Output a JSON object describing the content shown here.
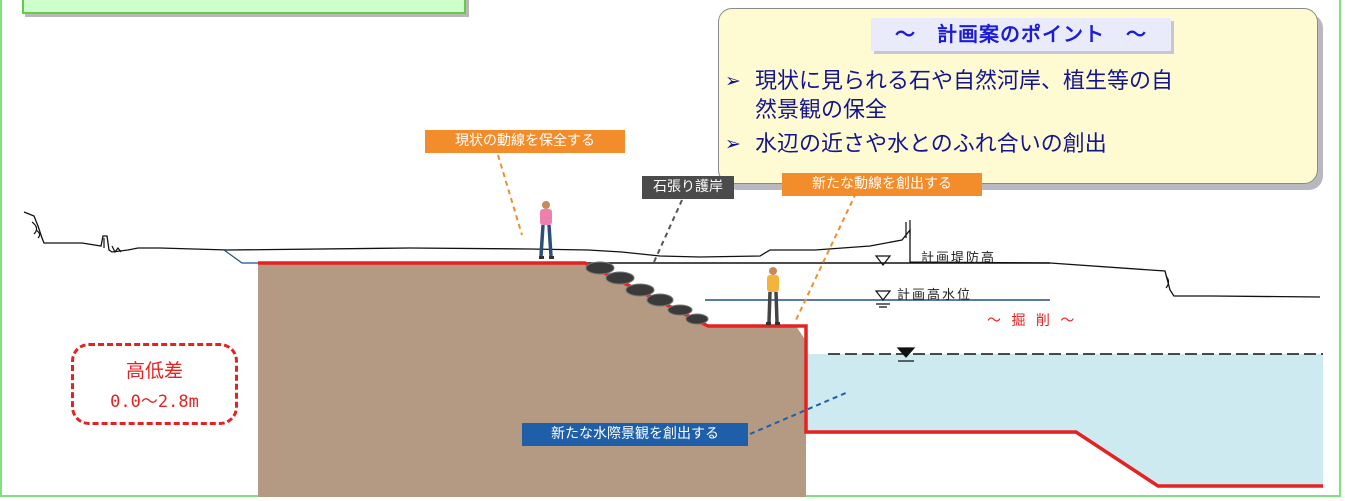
{
  "points_box": {
    "title": "～　計画案のポイント　～",
    "items": [
      {
        "bullet": "➢",
        "text_lines": [
          "現状に見られる石や自然河岸、植生等の自",
          "然景観の保全"
        ]
      },
      {
        "bullet": "➢",
        "text_lines": [
          "水辺の近さや水とのふれ合いの創出"
        ]
      }
    ]
  },
  "callouts": {
    "preserve_path": "現状の動線を保全する",
    "stone_revetment": "石張り護岸",
    "new_path": "新たな動線を創出する",
    "waterside": "新たな水際景観を創出する"
  },
  "levels": {
    "levee_height": "計画堤防高",
    "high_water": "計画高水位"
  },
  "excavation_label": "～ 掘 削 ～",
  "height_difference": {
    "title": "高低差",
    "value": "0.0～2.8m"
  },
  "colors": {
    "ground": "#b49a82",
    "water": "#cdeaf0",
    "plan_line": "#e52222",
    "levee_line": "#111111",
    "high_water_line": "#1f4f8f",
    "tag_orange": "#f38d2c",
    "tag_gray": "#4b4b4b",
    "tag_blue": "#1f5ea8",
    "points_background": "#fefbd2",
    "points_title_text": "#1c1cd8",
    "frame_green": "#7fe07f"
  }
}
